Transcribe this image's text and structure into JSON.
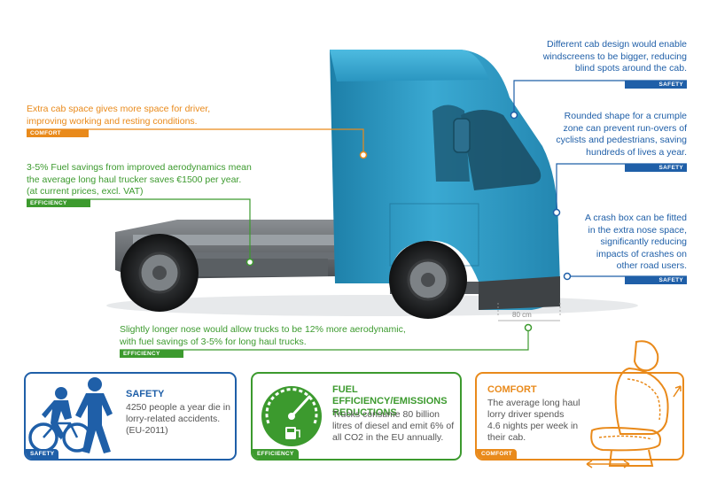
{
  "annotations": {
    "windscreen": {
      "text_lines": [
        "Different cab design would enable",
        "windscreens to be bigger, reducing",
        "blind spots around the cab."
      ],
      "tag": "SAFETY"
    },
    "cab_space": {
      "text_lines": [
        "Extra cab space gives more space for driver,",
        "improving working and resting conditions."
      ],
      "tag": "COMFORT"
    },
    "crumple": {
      "text_lines": [
        "Rounded shape for a crumple",
        "zone can prevent run-overs of",
        "cyclists and pedestrians, saving",
        "hundreds of lives a year."
      ],
      "tag": "SAFETY"
    },
    "fuel_savings": {
      "text_lines": [
        "3-5% Fuel savings from improved aerodynamics mean",
        "the average long haul trucker saves €1500 per year.",
        "(at current prices, excl. VAT)"
      ],
      "tag": "EFFICIENCY"
    },
    "crash_box": {
      "text_lines": [
        "A crash box can be fitted",
        "in the extra nose space,",
        "significantly reducing",
        "impacts of crashes on",
        "other road users."
      ],
      "tag": "SAFETY"
    },
    "nose": {
      "text_lines": [
        "Slightly longer nose would allow trucks to be 12% more aerodynamic,",
        "with fuel savings of 3-5% for long haul trucks."
      ],
      "tag": "EFFICIENCY"
    }
  },
  "measure_label": "80 cm",
  "boxes": {
    "safety": {
      "title": "SAFETY",
      "text_lines": [
        "4250 people a year die in",
        "lorry-related accidents.",
        "(EU-2011)"
      ],
      "tag": "SAFETY"
    },
    "efficiency": {
      "title_lines": [
        "FUEL EFFICIENCY/EMISSIONS",
        "REDUCTIONS"
      ],
      "text_lines": [
        "Trucks consume 80 billion",
        "litres of diesel and emit 6% of",
        "all CO2 in the EU annually."
      ],
      "tag": "EFFICIENCY"
    },
    "comfort": {
      "title": "COMFORT",
      "text_lines": [
        "The average long haul",
        "lorry driver spends",
        "4.6 nights per week in",
        "their cab."
      ],
      "tag": "COMFORT"
    }
  },
  "colors": {
    "safety": "#1f5fa8",
    "comfort": "#e98a1b",
    "efficiency": "#3c9a2e",
    "truck_cab": "#2f9cc4"
  },
  "icons": [
    "cyclist-pedestrian-icon",
    "fuel-gauge-icon",
    "truck-seat-icon"
  ]
}
